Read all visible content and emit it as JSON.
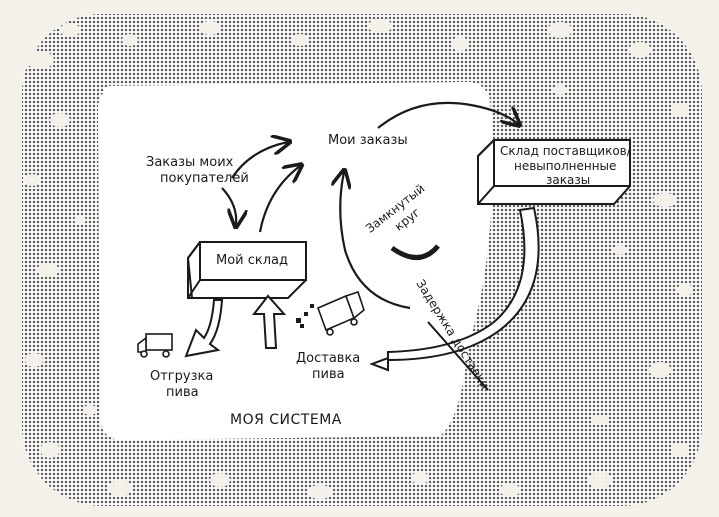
{
  "labels": {
    "my_orders": "Мои заказы",
    "customer_orders_line1": "Заказы моих",
    "customer_orders_line2": "покупателей",
    "my_warehouse": "Мой склад",
    "closed_loop_line1": "Замкнутый",
    "closed_loop_line2": "круг",
    "supplier_line1": "Склад поставщиков/",
    "supplier_line2": "невыполненные",
    "supplier_line3": "заказы",
    "delivery_delay": "Задержка доставки",
    "beer_delivery_line1": "Доставка",
    "beer_delivery_line2": "пива",
    "beer_shipment_line1": "Отгрузка",
    "beer_shipment_line2": "пива",
    "system_title": "МОЯ СИСТЕМА"
  },
  "colors": {
    "ink": "#1a1a1a",
    "paper": "#ffffff",
    "halftone": "#6b6b6b",
    "background": "#f4f1ea"
  }
}
